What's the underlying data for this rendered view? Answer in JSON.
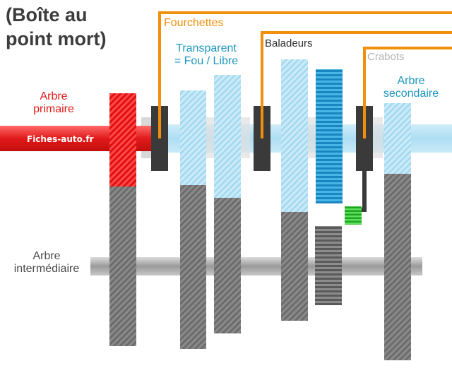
{
  "title": {
    "line1": "(Boîte au",
    "line2": "point mort)"
  },
  "labels": {
    "fourchettes": "Fourchettes",
    "transparent_line1": "Transparent",
    "transparent_line2": "= Fou / Libre",
    "baladeurs": "Baladeurs",
    "crabots": "Crabots",
    "arbre_secondaire_line1": "Arbre",
    "arbre_secondaire_line2": "secondaire",
    "arbre_primaire_line1": "Arbre",
    "arbre_primaire_line2": "primaire",
    "arbre_intermediaire_line1": "Arbre",
    "arbre_intermediaire_line2": "intermédiaire",
    "shaft_text": "Fiches-auto.fr"
  },
  "colors": {
    "orange": "#f0900c",
    "teal": "#1e96c0",
    "red": "#e01a1a",
    "gear_grey": "#6e6e6e",
    "light_blue": "#a8dcf0",
    "blue_gear": "#2aa0d8",
    "green": "#3cc83c",
    "dark": "#3a3a3a"
  }
}
